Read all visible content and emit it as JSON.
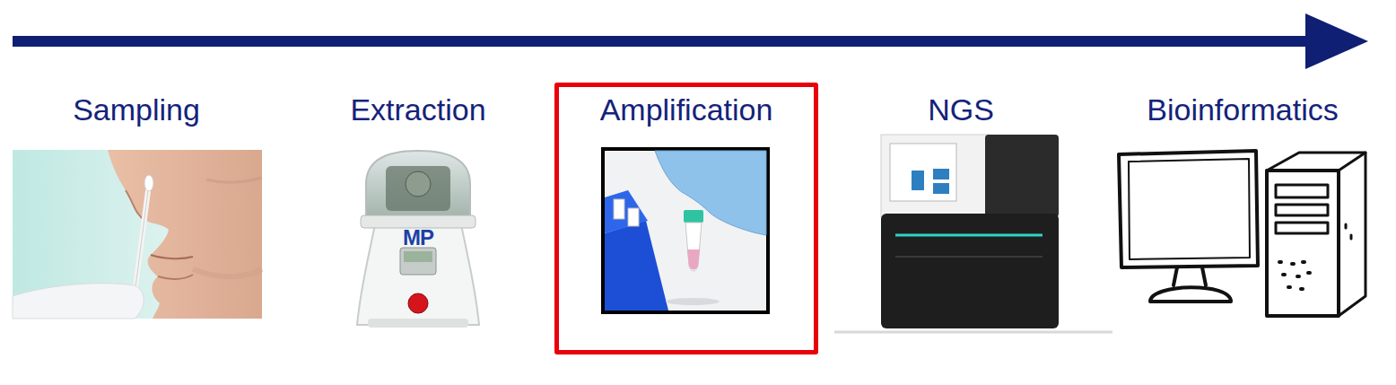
{
  "diagram": {
    "nodes": [
      {
        "text": [
          "Amplification"
        ]
      }
    ],
    "labels": [
      "Sampling",
      "Extraction",
      "MP",
      "NGS",
      "Bioinformatics"
    ]
  }
}
